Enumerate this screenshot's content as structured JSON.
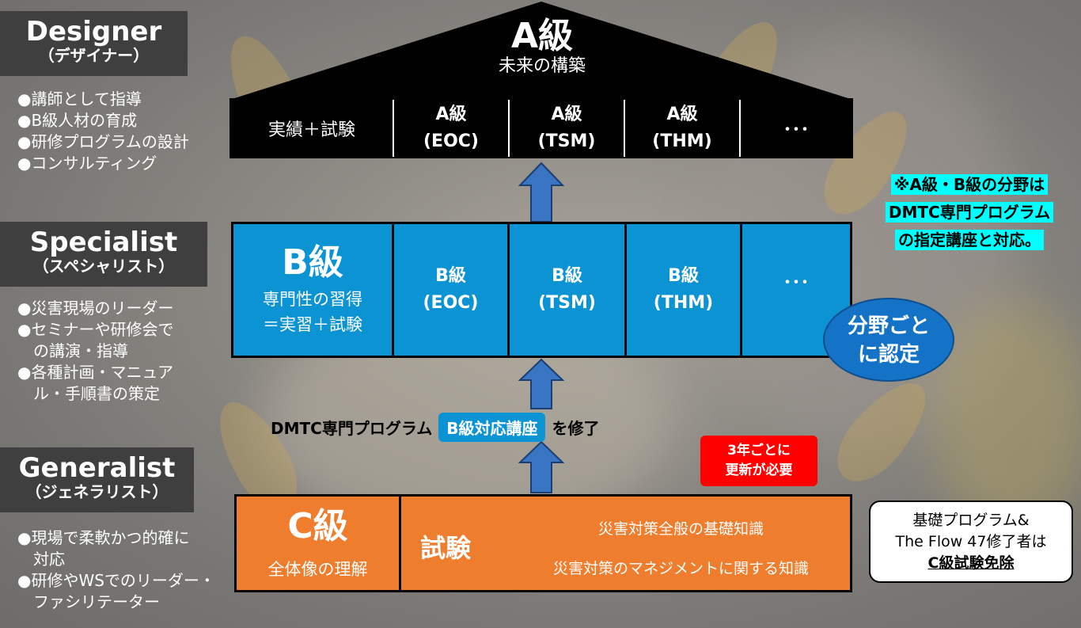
{
  "roles": [
    {
      "en": "Designer",
      "jp": "（デザイナー）",
      "bullets": [
        "●講師として指導",
        "●B級人材の育成",
        "●研修プログラムの設計",
        "●コンサルティング"
      ]
    },
    {
      "en": "Specialist",
      "jp": "（スペシャリスト）",
      "bullets": [
        "●災害現場のリーダー",
        "●セミナーや研修会で",
        "　の講演・指導",
        "●各種計画・マニュア",
        "　ル・手順書の策定"
      ]
    },
    {
      "en": "Generalist",
      "jp": "（ジェネラリスト）",
      "bullets": [
        "●現場で柔軟かつ的確に",
        "　対応",
        "●研修やWSでのリーダー・",
        "　ファシリテーター"
      ]
    }
  ],
  "a_level": {
    "title": "A級",
    "subtitle": "未来の構築",
    "cells": [
      "実績＋試験",
      "A級\n(EOC)",
      "A級\n(TSM)",
      "A級\n(THM)",
      "･･･"
    ]
  },
  "b_level": {
    "title": "B級",
    "sub1": "専門性の習得",
    "sub2": "＝実習＋試験",
    "cells": [
      "B級\n(EOC)",
      "B級\n(TSM)",
      "B級\n(THM)",
      "･･･"
    ]
  },
  "c_level": {
    "title": "C級",
    "subtitle": "全体像の理解",
    "exam_label": "試験",
    "topics": [
      "災害対策全般の基礎知識",
      "災害対策のマネジメントに関する知識"
    ]
  },
  "course_line": {
    "prefix": "DMTC専門プログラム",
    "badge": "B級対応講座",
    "suffix": "を修了"
  },
  "renewal_badge": {
    "line1": "3年ごとに",
    "line2": "更新が必要"
  },
  "field_note": {
    "line1": "※A級・B級の分野は",
    "line2": "DMTC専門プログラム",
    "line3": "の指定講座と対応。"
  },
  "certify_bubble": {
    "line1": "分野ごと",
    "line2": "に認定"
  },
  "exemption_box": {
    "line1": "基礎プログラム&",
    "line2": "The Flow 47修了者は",
    "line3": "C級試験免除"
  },
  "colors": {
    "black": "#000000",
    "blue": "#0b93d3",
    "blue_bubble": "#1473c6",
    "orange": "#ee7d2d",
    "red_badge": "#ff0000",
    "highlight_cyan": "#00ffff",
    "role_box": "#3f3f3f"
  }
}
